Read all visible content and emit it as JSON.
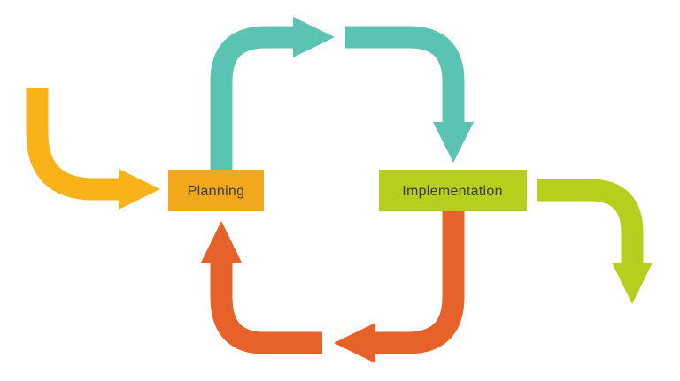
{
  "diagram": {
    "background_color": "#ffffff",
    "nodes": {
      "planning": {
        "label": "Planning",
        "fill": "#F2A81D",
        "text_color": "#3B3B3B"
      },
      "implementation": {
        "label": "Implementation",
        "fill": "#B6CF1F",
        "text_color": "#3B3B3B"
      }
    },
    "arrows": {
      "entry": {
        "name": "entry-arrow",
        "color": "#F9B218"
      },
      "cycle_top_left": {
        "name": "planning-up-arrow",
        "color": "#5BC3B2"
      },
      "cycle_top_right": {
        "name": "down-to-implementation-arrow",
        "color": "#5BC3B2"
      },
      "cycle_bottom_right": {
        "name": "implementation-down-arrow",
        "color": "#E7612B"
      },
      "cycle_bottom_left": {
        "name": "up-to-planning-arrow",
        "color": "#E7612B"
      },
      "exit": {
        "name": "exit-arrow",
        "color": "#B6CF1F"
      }
    }
  }
}
